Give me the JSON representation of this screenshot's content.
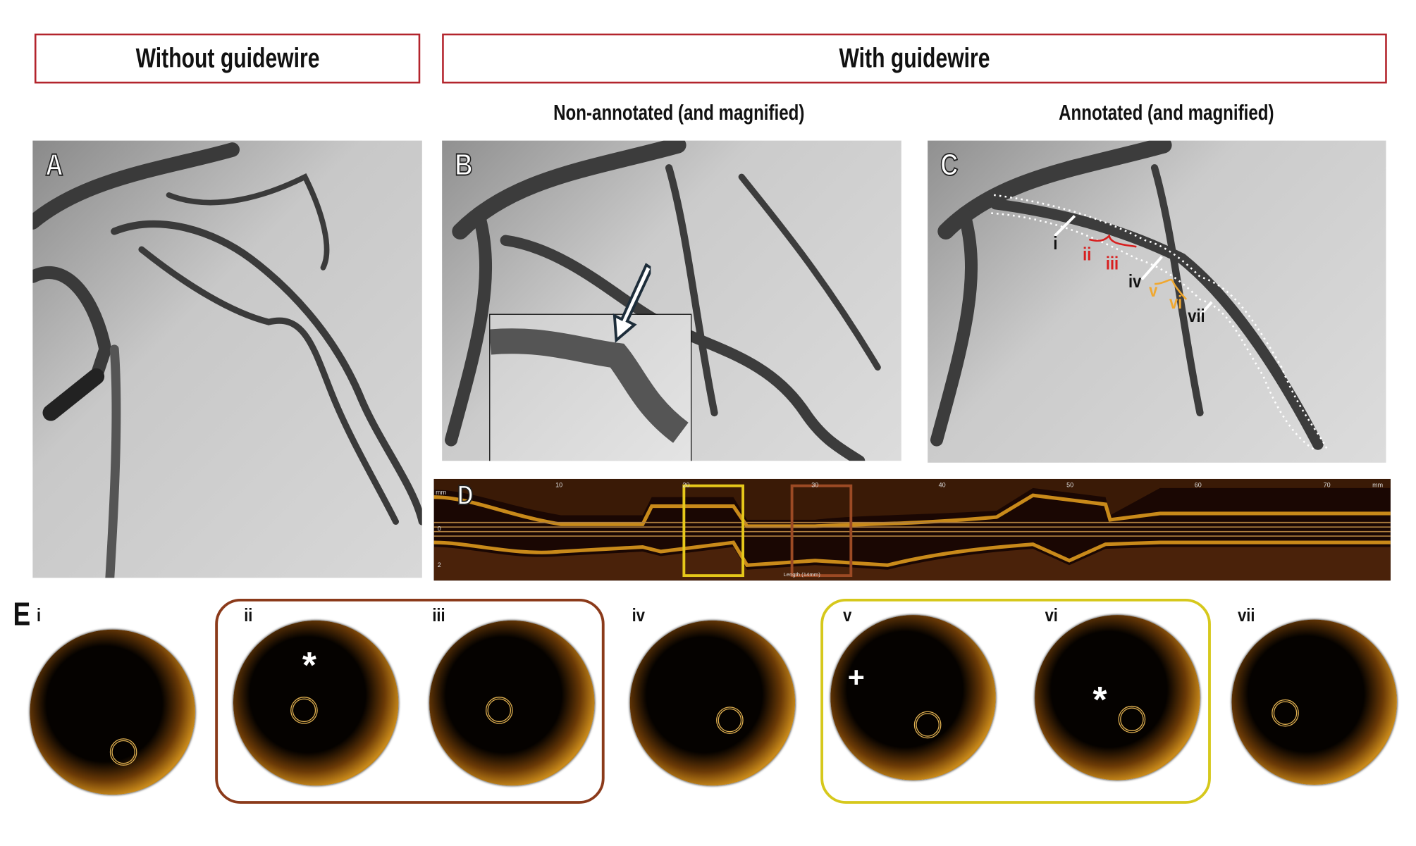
{
  "headers": {
    "without": "Without guidewire",
    "with": "With guidewire"
  },
  "subheaders": {
    "non_annotated": "Non-annotated (and magnified)",
    "annotated": "Annotated (and magnified)"
  },
  "panels": {
    "a": "A",
    "b": "B",
    "c": "C",
    "d": "D",
    "e": "E"
  },
  "annotations": {
    "i": "i",
    "ii": "ii",
    "iii": "iii",
    "iv": "iv",
    "v": "v",
    "vi": "vi",
    "vii": "vii"
  },
  "pullback": {
    "unit": "mm",
    "ticks": [
      "10",
      "20",
      "30",
      "40",
      "50",
      "60",
      "70"
    ],
    "unit_right": "mm",
    "depth_ticks": [
      "0",
      "2"
    ],
    "footer": "Length (14mm)"
  },
  "oct": [
    {
      "label": "i"
    },
    {
      "label": "ii",
      "mark": "*"
    },
    {
      "label": "iii"
    },
    {
      "label": "iv"
    },
    {
      "label": "v",
      "mark": "+"
    },
    {
      "label": "vi",
      "mark": "*"
    },
    {
      "label": "vii"
    }
  ],
  "colors": {
    "header_border": "#b3242c",
    "red_group": "#8b3a1a",
    "yellow_group": "#d6c81c",
    "red_annot": "#d81e1e",
    "orange_annot": "#f0a830"
  }
}
